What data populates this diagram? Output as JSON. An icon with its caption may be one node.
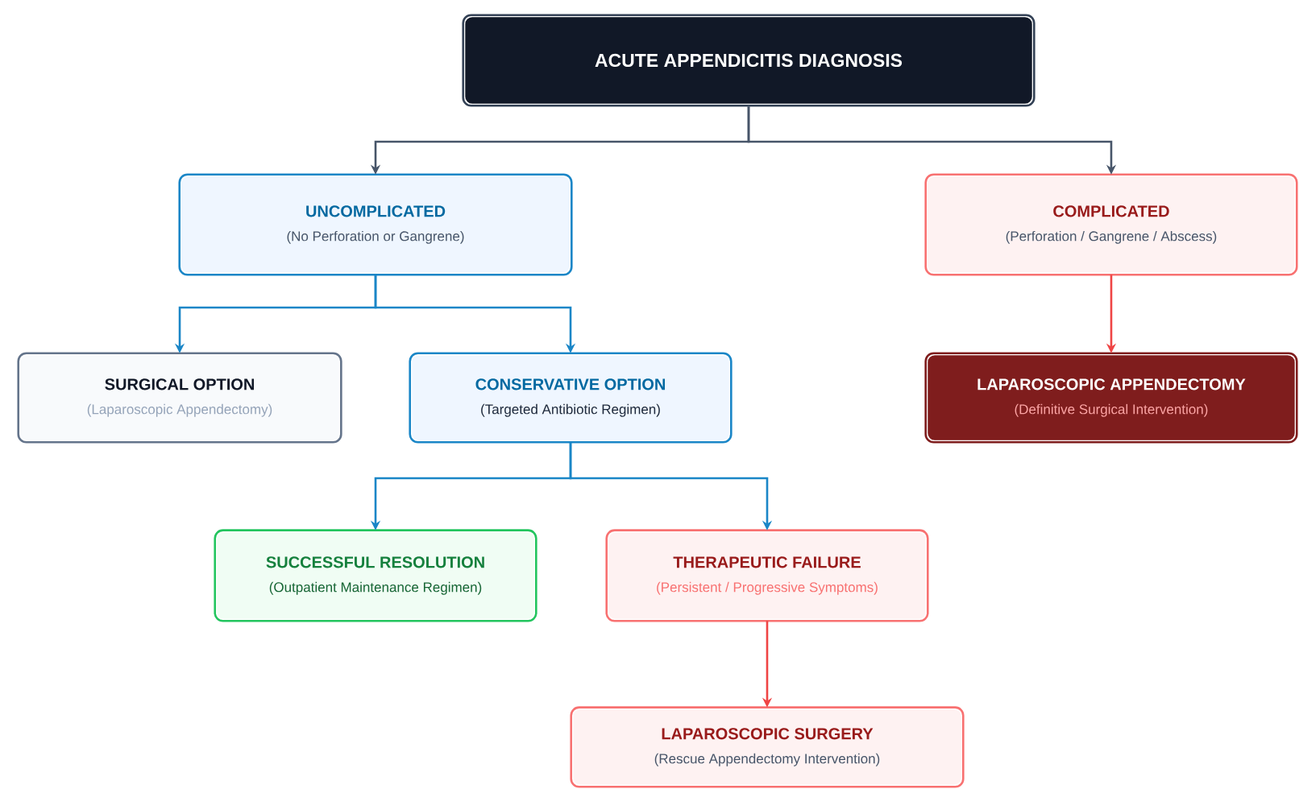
{
  "diagram": {
    "nodes": [
      {
        "text": [
          "ACUTE APPENDICITIS DIAGNOSIS"
        ]
      },
      {
        "text": [
          "UNCOMPLICATED",
          "(No Perforation or Gangrene)"
        ]
      },
      {
        "text": [
          "COMPLICATED",
          "(Perforation / Gangrene / Abscess)"
        ]
      },
      {
        "text": [
          "SURGICAL OPTION",
          "(Laparoscopic Appendectomy)"
        ]
      },
      {
        "text": [
          "CONSERVATIVE OPTION",
          "(Targeted Antibiotic Regimen)"
        ]
      },
      {
        "text": [
          "LAPAROSCOPIC APPENDECTOMY",
          "(Definitive Surgical Intervention)"
        ]
      },
      {
        "text": [
          "SUCCESSFUL RESOLUTION",
          "(Outpatient Maintenance Regimen)"
        ]
      },
      {
        "text": [
          "THERAPEUTIC FAILURE",
          "(Persistent / Progressive Symptoms)"
        ]
      },
      {
        "text": [
          "LAPAROSCOPIC SURGERY",
          "(Rescue Appendectomy Intervention)"
        ]
      }
    ],
    "edges": [
      {
        "from": 0,
        "to": 1,
        "arrow": "to",
        "color": "#475569"
      },
      {
        "from": 0,
        "to": 2,
        "arrow": "to",
        "color": "#475569"
      },
      {
        "from": 1,
        "to": 3,
        "arrow": "to"
      },
      {
        "from": 1,
        "to": 4,
        "arrow": "to"
      },
      {
        "from": 2,
        "to": 5,
        "arrow": "to",
        "color": "#ef4444"
      },
      {
        "from": 4,
        "to": 6,
        "arrow": "to"
      },
      {
        "from": 4,
        "to": 7,
        "arrow": "to"
      },
      {
        "from": 7,
        "to": 8,
        "arrow": "to",
        "color": "#ef4444"
      }
    ]
  }
}
